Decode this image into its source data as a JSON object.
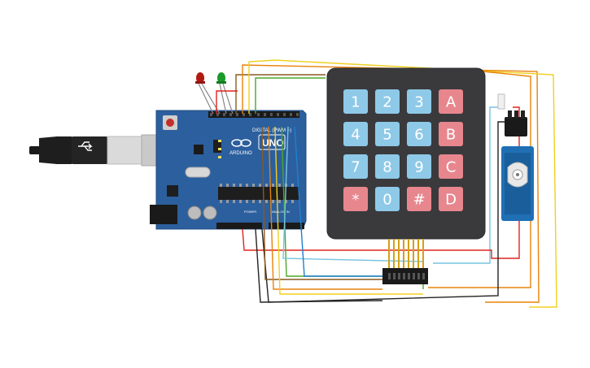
{
  "canvas": {
    "background": "#ffffff"
  },
  "arduino": {
    "logo_text": "ARDUINO",
    "model_text": "UNO",
    "digital_label": "DIGITAL (PWM ~)",
    "power_label": "POWER",
    "analog_label": "ANALOG IN",
    "board_color": "#2c5f9e"
  },
  "keypad": {
    "rows": [
      [
        "1",
        "2",
        "3",
        "A"
      ],
      [
        "4",
        "5",
        "6",
        "B"
      ],
      [
        "7",
        "8",
        "9",
        "C"
      ],
      [
        "*",
        "0",
        "#",
        "D"
      ]
    ],
    "body_color": "#3a3a3d",
    "key_color": "#8fc9e8",
    "letter_key_color": "#e8868e"
  },
  "leds": {
    "colors": [
      "red-led",
      "green-led"
    ]
  },
  "servo": {
    "icon": "servo-motor-icon"
  },
  "usb": {
    "icon": "usb-plug-icon"
  },
  "wire_colors": {
    "red": "#e0231c",
    "orange": "#e8820a",
    "yellow": "#f0d020",
    "green": "#4aa828",
    "blue": "#1f7fd0",
    "lightblue": "#76c4e0",
    "black": "#222222",
    "brown": "#8a5a20"
  }
}
